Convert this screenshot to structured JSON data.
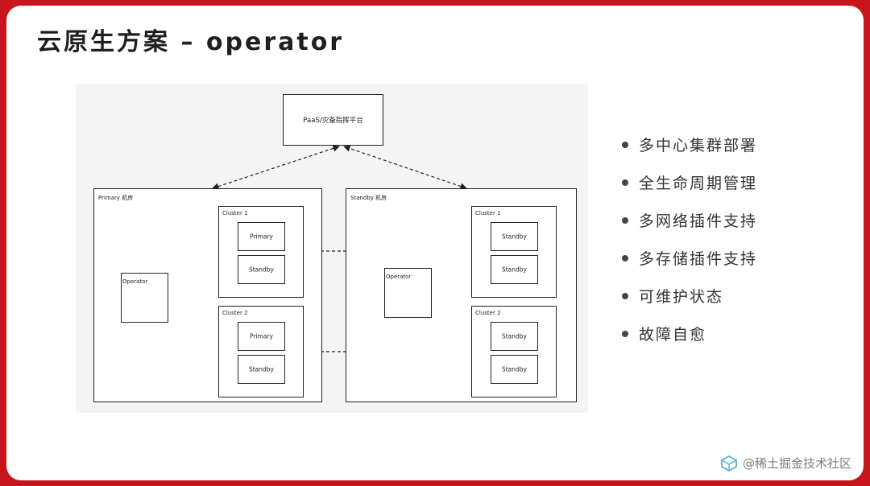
{
  "title": "云原生方案 – operator",
  "diagram": {
    "platform": "PaaS/灾备指挥平台",
    "primary_room": {
      "label": "Primary 机房",
      "operator": "Operator",
      "cluster1": {
        "label": "Cluster 1",
        "nodes": [
          "Primary",
          "Standby"
        ]
      },
      "cluster2": {
        "label": "Cluster 2",
        "nodes": [
          "Primary",
          "Standby"
        ]
      }
    },
    "standby_room": {
      "label": "Standby 机房",
      "operator": "Operator",
      "cluster1": {
        "label": "Cluster 1",
        "nodes": [
          "Standby",
          "Standby"
        ]
      },
      "cluster2": {
        "label": "Cluster 2",
        "nodes": [
          "Standby",
          "Standby"
        ]
      }
    }
  },
  "bullets": [
    "多中心集群部署",
    "全生命周期管理",
    "多网络插件支持",
    "多存储插件支持",
    "可维护状态",
    "故障自愈"
  ],
  "watermark": "@稀土掘金技术社区",
  "colors": {
    "frame": "#c8141b",
    "text": "#1f1f1f"
  },
  "icons": {
    "bullet": "dot",
    "watermark_logo": "cube-logo"
  }
}
